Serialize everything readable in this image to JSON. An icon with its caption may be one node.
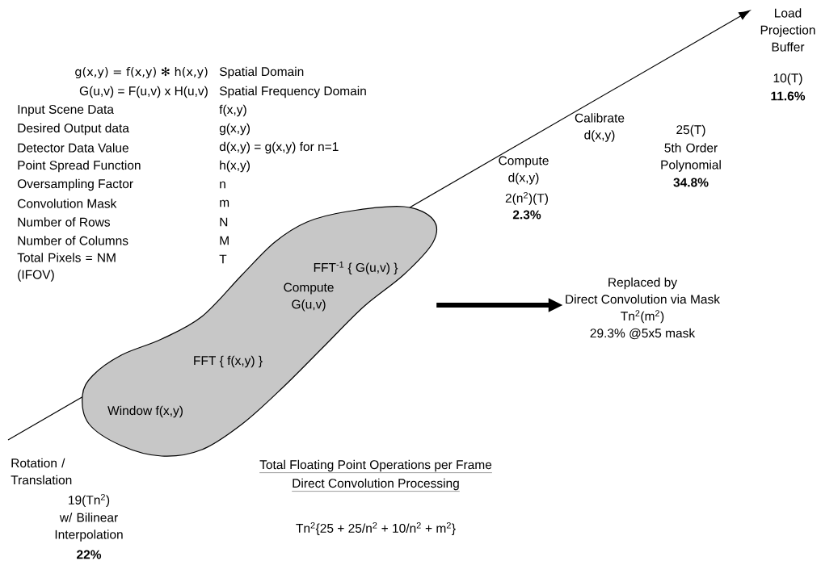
{
  "diagram": {
    "nodes": [
      {
        "text": [
          "FFT$^{-1}$ { G(u,v) }",
          "Compute G(u,v)",
          "FFT { f(x,y) }",
          "Window f(x,y)"
        ]
      },
      {
        "text": [
          "Replaced by",
          "Direct Convolution via Mask",
          "Tn$^{2}$(m$^{2}$)",
          "29.3% @5x5 mask"
        ]
      }
    ],
    "edges": [
      {
        "from": 0,
        "to": 1,
        "arrow": "to"
      }
    ],
    "labels": [
      "g(x,y) =  f(x,y) ✻ h(x,y)",
      "Spatial Domain",
      "G(u,v) = F(u,v) x H(u,v)",
      "Spatial Frequency Domain",
      "Input Scene Data",
      "f(x,y)",
      "Desired Output data",
      "g(x,y)",
      "Detector Data Value",
      "d(x,y) = g(x,y) for n=1",
      "Point Spread Function",
      "h(x,y)",
      "Oversampling Factor",
      "n",
      "Convolution Mask",
      "m",
      "Number of Rows",
      "N",
      "Number of Columns",
      "M",
      "Total Pixels = NM (IFOV)",
      "T",
      "Load Projection Buffer",
      "10(T)",
      "11.6%",
      "Calibrate d(x,y)",
      "25(T)",
      "5th Order Polynomial",
      "34.8%",
      "Compute d(x,y)",
      "2(n$^{2}$)(T)",
      "2.3%",
      "Rotation / Translation",
      "19(Tn$^{2}$)",
      "w/ Bilinear Interpolation",
      "22%",
      "Total Floating Point Operations per Frame",
      "Direct Convolution Processing",
      "Tn$^{2}${25 + 25/n$^{2}$ + 10/n$^{2}$ + m$^{2}$}"
    ]
  }
}
